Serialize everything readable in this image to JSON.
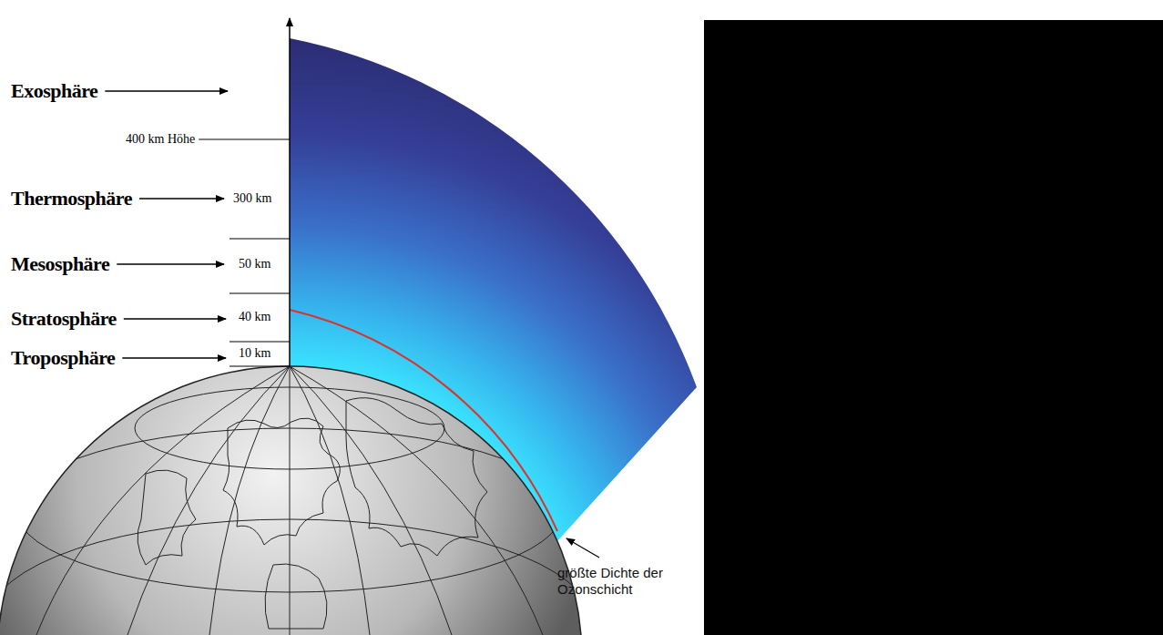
{
  "diagram": {
    "labels": [
      "Exosphäre",
      "Thermosphäre",
      "Mesosphäre",
      "Stratosphäre",
      "Troposphäre",
      "400 km Höhe",
      "300 km",
      "50 km",
      "40 km",
      "10 km",
      "größte Dichte der Ozonschicht"
    ]
  }
}
